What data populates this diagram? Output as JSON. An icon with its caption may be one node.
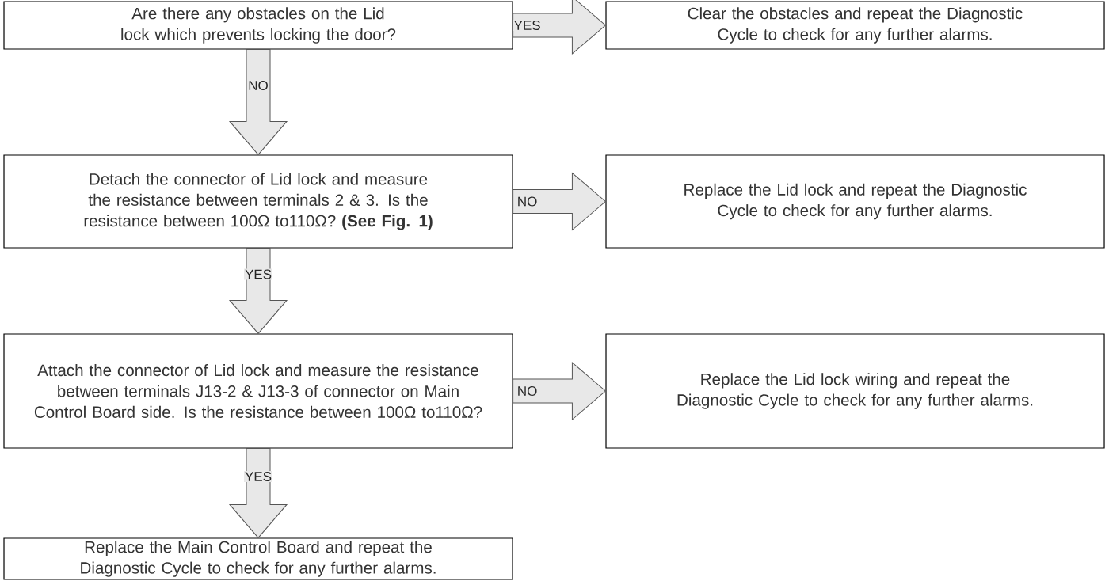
{
  "diagram": {
    "nodes": [
      {
        "text": [
          "Are there any obstacles on the Lid lock which prevents locking the door?"
        ]
      },
      {
        "text": [
          "Clear the obstacles and repeat the Diagnostic Cycle to check for any further alarms."
        ]
      },
      {
        "text": [
          "Detach the connector of Lid lock and measure the resistance between terminals 2 & 3. Is the resistance between 100Ω to110Ω? **(See Fig. 1)**"
        ]
      },
      {
        "text": [
          "Replace the Lid lock and repeat the Diagnostic Cycle to check for any further alarms."
        ]
      },
      {
        "text": [
          "Attach the connector of Lid lock and measure the resistance between terminals J13-2 & J13-3 of connector on Main Control Board side. Is the resistance between 100Ω to110Ω?"
        ]
      },
      {
        "text": [
          "Replace the Lid lock wiring and repeat the Diagnostic Cycle to check for any further alarms."
        ]
      },
      {
        "text": [
          "Replace the Main Control Board and repeat the Diagnostic Cycle to check for any further alarms."
        ]
      }
    ],
    "edges": [
      {
        "from": 0,
        "to": 1,
        "arrow": "to",
        "label": "YES"
      },
      {
        "from": 0,
        "to": 2,
        "arrow": "to",
        "label": "NO"
      },
      {
        "from": 2,
        "to": 3,
        "arrow": "to",
        "label": "NO"
      },
      {
        "from": 2,
        "to": 4,
        "arrow": "to",
        "label": "YES"
      },
      {
        "from": 4,
        "to": 5,
        "arrow": "to",
        "label": "NO"
      },
      {
        "from": 4,
        "to": 6,
        "arrow": "to",
        "label": "YES"
      }
    ]
  }
}
